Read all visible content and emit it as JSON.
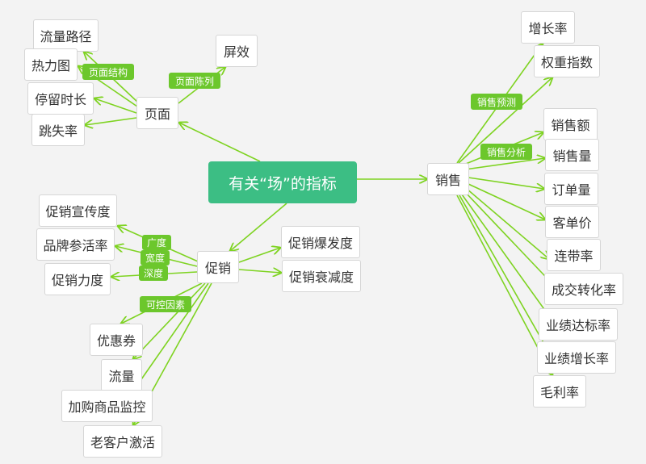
{
  "colors": {
    "root": "#3cbe84",
    "edge": "#7ed321",
    "label_bg": "#6cc72c",
    "node_border": "#d6d6d6"
  },
  "root": "有关“场”的指标",
  "page": {
    "label": "页面",
    "relations": {
      "structure": "页面结构",
      "display": "页面陈列"
    },
    "structure_items": [
      "流量路径",
      "热力图",
      "停留时长",
      "跳失率"
    ],
    "display_items": [
      "屏效"
    ]
  },
  "promotion": {
    "label": "促销",
    "relations": {
      "breadth": "广度",
      "width": "宽度",
      "depth": "深度",
      "controllable": "可控因素"
    },
    "breadth_item": "促销宣传度",
    "width_item": "品牌参活率",
    "depth_item": "促销力度",
    "effect_items": [
      "促销爆发度",
      "促销衰减度"
    ],
    "controllable_items": [
      "优惠券",
      "流量",
      "加购商品监控",
      "老客户激活"
    ]
  },
  "sales": {
    "label": "销售",
    "relations": {
      "forecast": "销售预测",
      "analysis": "销售分析"
    },
    "forecast_items": [
      "增长率",
      "权重指数"
    ],
    "analysis_items": [
      "销售额",
      "销售量",
      "订单量",
      "客单价",
      "连带率",
      "成交转化率",
      "业绩达标率",
      "业绩增长率",
      "毛利率"
    ]
  }
}
